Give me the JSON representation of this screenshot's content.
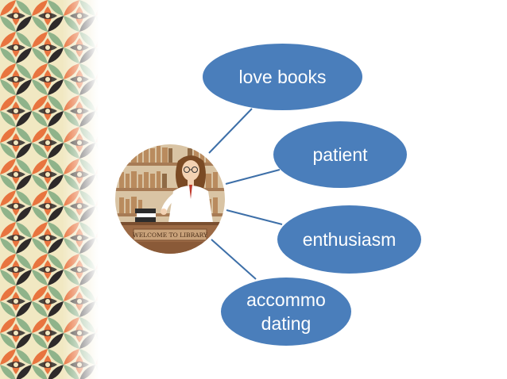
{
  "diagram": {
    "center": {
      "sign_text": "WELCOME TO LIBRARY"
    },
    "nodes": [
      {
        "id": "love",
        "label": "love books"
      },
      {
        "id": "patient",
        "label": "patient"
      },
      {
        "id": "enthusiasm",
        "label": "enthusiasm"
      },
      {
        "id": "accommodating",
        "label": "accommo\ndating"
      }
    ]
  },
  "colors": {
    "bubble_fill": "#4a7ebb",
    "connector": "#3d6fa8",
    "bubble_text": "#ffffff",
    "pattern_green": "#8fb38a",
    "pattern_orange": "#e8743f",
    "pattern_dark": "#2e2a2a",
    "pattern_cream": "#f1e8c2"
  },
  "icons": {
    "center": "librarian-illustration-icon"
  }
}
